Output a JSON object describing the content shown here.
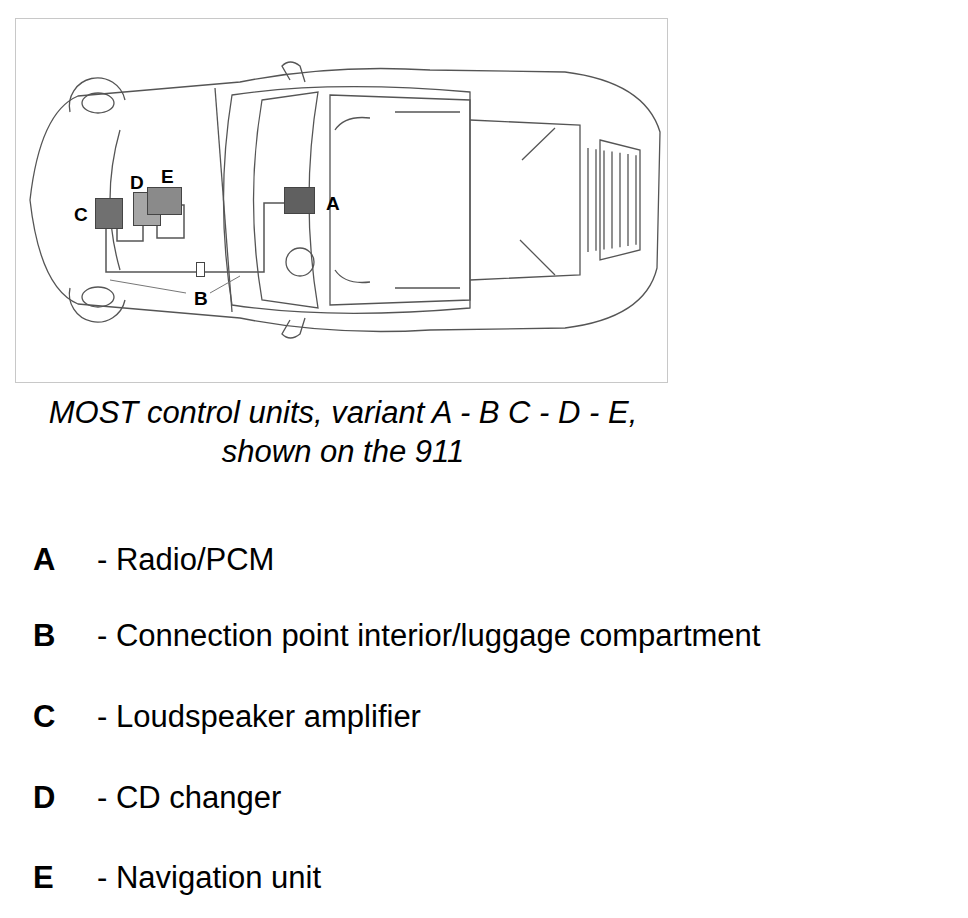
{
  "diagram": {
    "caption": "MOST control units, variant A - B C - D - E, shown on the 911",
    "nodes": [
      {
        "text": [
          "C"
        ]
      },
      {
        "text": [
          "D"
        ]
      },
      {
        "text": [
          "E"
        ]
      },
      {
        "text": [
          "B"
        ]
      },
      {
        "text": [
          "A"
        ]
      }
    ],
    "edges": [
      {
        "from": 0,
        "to": 1,
        "arrow": "none"
      },
      {
        "from": 1,
        "to": 2,
        "arrow": "none"
      },
      {
        "from": 0,
        "to": 3,
        "arrow": "none"
      },
      {
        "from": 3,
        "to": 4,
        "arrow": "none"
      }
    ],
    "labels": [
      "A",
      "- Radio/PCM",
      "B",
      "- Connection point interior/luggage compartment",
      "C",
      "- Loudspeaker amplifier",
      "D",
      "- CD changer",
      "E",
      "- Navigation unit"
    ]
  }
}
